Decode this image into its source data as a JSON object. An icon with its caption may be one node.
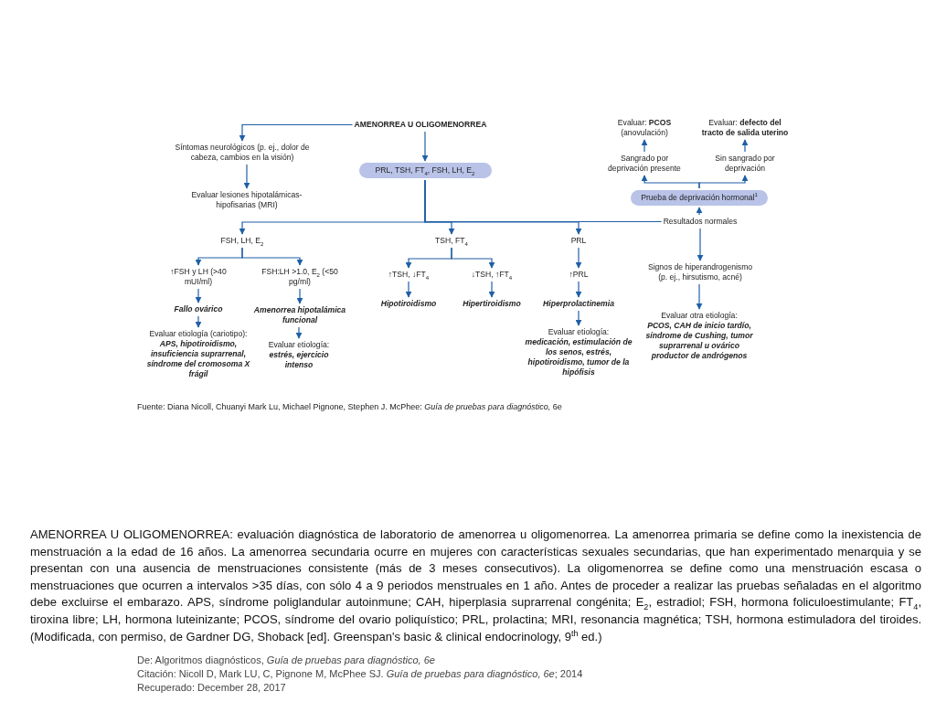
{
  "diagram": {
    "caption": "AMENORREA U OLIGOMENORREA: evaluación diagnóstica de laboratorio de amenorrea u oligomenorrea. La amenorrea primaria se define como la inexistencia de menstruación a la edad de 16 años. La amenorrea secundaria ocurre en mujeres con características sexuales secundarias, que han experimentado menarquia y se presentan con una ausencia de menstruaciones consistente (más de 3 meses consecutivos). La oligomenorrea se define como una menstruación escasa o menstruaciones que ocurren a intervalos >35 días, con sólo 4 a 9 periodos menstruales en 1 año. Antes de proceder a realizar las pruebas señaladas en el algoritmo debe excluirse el embarazo. APS, síndrome poliglandular autoinmune; CAH, hiperplasia suprarrenal congénita; E$_{2}$, estradiol; FSH, hormona foliculoestimulante; FT$_{4}$, tiroxina libre; LH, hormona luteinizante; PCOS, síndrome del ovario poliquístico; PRL, prolactina; MRI, resonancia magnética; TSH, hormona estimuladora del tiroides. (Modificada, con permiso, de Gardner DG, Shoback [ed]. Greenspan's basic & clinical endocrinology, 9$^{th}$ ed.)",
    "nodes": [
      {
        "text": [
          "AMENORREA U OLIGOMENORREA"
        ]
      },
      {
        "text": [
          "Síntomas neurológicos (p. ej., dolor de cabeza, cambios en la visión)"
        ]
      },
      {
        "text": [
          "Evaluar lesiones hipotalámicas-hipofisarias (MRI)"
        ]
      },
      {
        "text": [
          "PRL, TSH, FT$_{4}$, FSH, LH, E$_{2}$"
        ]
      },
      {
        "text": [
          "Evaluar: **PCOS** (anovulación)"
        ]
      },
      {
        "text": [
          "Evaluar: **defecto del tracto de salida uterino**"
        ]
      },
      {
        "text": [
          "Sangrado por deprivación presente"
        ]
      },
      {
        "text": [
          "Sin sangrado por deprivación"
        ]
      },
      {
        "text": [
          "Prueba de deprivación hormonal$^{1}$"
        ]
      },
      {
        "text": [
          "Resultados normales"
        ]
      },
      {
        "text": [
          "FSH, LH, E$_{2}$"
        ]
      },
      {
        "text": [
          "TSH, FT$_{4}$"
        ]
      },
      {
        "text": [
          "PRL"
        ]
      },
      {
        "text": [
          "Signos de hiperandrogenismo (p. ej., hirsutismo, acné)"
        ]
      },
      {
        "text": [
          "↑FSH y LH (>40 mUI/ml)"
        ]
      },
      {
        "text": [
          "FSH:LH >1.0, E$_{2}$ (<50 pg/ml)"
        ]
      },
      {
        "text": [
          "↑TSH, ↓FT$_{4}$"
        ]
      },
      {
        "text": [
          "↓TSH, ↑FT$_{4}$"
        ]
      },
      {
        "text": [
          "↑PRL"
        ]
      },
      {
        "text": [
          "Fallo ovárico"
        ]
      },
      {
        "text": [
          "Amenorrea hipotalámica funcional"
        ]
      },
      {
        "text": [
          "Hipotiroidismo"
        ]
      },
      {
        "text": [
          "Hipertiroidismo"
        ]
      },
      {
        "text": [
          "Hiperprolactinemia"
        ]
      },
      {
        "text": [
          "Evaluar etiología (cariotipo):",
          "APS, hipotiroidismo, insuficiencia suprarrenal, síndrome del cromosoma X frágil"
        ]
      },
      {
        "text": [
          "Evaluar etiología:",
          "estrés, ejercicio intenso"
        ]
      },
      {
        "text": [
          "Evaluar etiología:",
          "medicación, estimulación de los senos, estrés, hipotiroidismo, tumor de la hipófisis"
        ]
      },
      {
        "text": [
          "Evaluar otra etiología:",
          "PCOS, CAH de inicio tardío, síndrome de Cushing, tumor suprarrenal u ovárico productor de andrógenos"
        ]
      }
    ],
    "edges": [
      {
        "from": 0,
        "to": 1,
        "arrow": "to"
      },
      {
        "from": 1,
        "to": 2,
        "arrow": "to"
      },
      {
        "from": 0,
        "to": 3,
        "arrow": "to"
      },
      {
        "from": 3,
        "to": 10,
        "arrow": "to"
      },
      {
        "from": 3,
        "to": 11,
        "arrow": "to"
      },
      {
        "from": 3,
        "to": 12,
        "arrow": "to"
      },
      {
        "from": 3,
        "to": 9,
        "arrow": "none"
      },
      {
        "from": 9,
        "to": 8,
        "arrow": "to"
      },
      {
        "from": 9,
        "to": 13,
        "arrow": "to"
      },
      {
        "from": 8,
        "to": 6,
        "arrow": "to"
      },
      {
        "from": 8,
        "to": 7,
        "arrow": "to"
      },
      {
        "from": 6,
        "to": 4,
        "arrow": "to"
      },
      {
        "from": 7,
        "to": 5,
        "arrow": "to"
      },
      {
        "from": 10,
        "to": 14,
        "arrow": "to"
      },
      {
        "from": 10,
        "to": 15,
        "arrow": "to"
      },
      {
        "from": 11,
        "to": 16,
        "arrow": "to"
      },
      {
        "from": 11,
        "to": 17,
        "arrow": "to"
      },
      {
        "from": 12,
        "to": 18,
        "arrow": "to"
      },
      {
        "from": 14,
        "to": 19,
        "arrow": "to"
      },
      {
        "from": 15,
        "to": 20,
        "arrow": "to"
      },
      {
        "from": 19,
        "to": 24,
        "arrow": "to"
      },
      {
        "from": 20,
        "to": 25,
        "arrow": "to"
      },
      {
        "from": 16,
        "to": 21,
        "arrow": "to"
      },
      {
        "from": 17,
        "to": 22,
        "arrow": "to"
      },
      {
        "from": 18,
        "to": 23,
        "arrow": "to"
      },
      {
        "from": 23,
        "to": 26,
        "arrow": "to"
      },
      {
        "from": 13,
        "to": 27,
        "arrow": "to"
      }
    ],
    "labels": [
      "Fuente: Diana Nicoll, Chuanyi Mark Lu, Michael Pignone, Stephen J. McPhee: *Guía de pruebas para diagnóstico,* 6e",
      "De: Algoritmos diagnósticos, *Guía de pruebas para diagnóstico, 6e*",
      "Citación: Nicoll D, Mark LU, C, Pignone M, McPhee SJ. *Guía de pruebas para diagnóstico, 6e*; 2014",
      "Recuperado: December 28, 2017"
    ]
  }
}
